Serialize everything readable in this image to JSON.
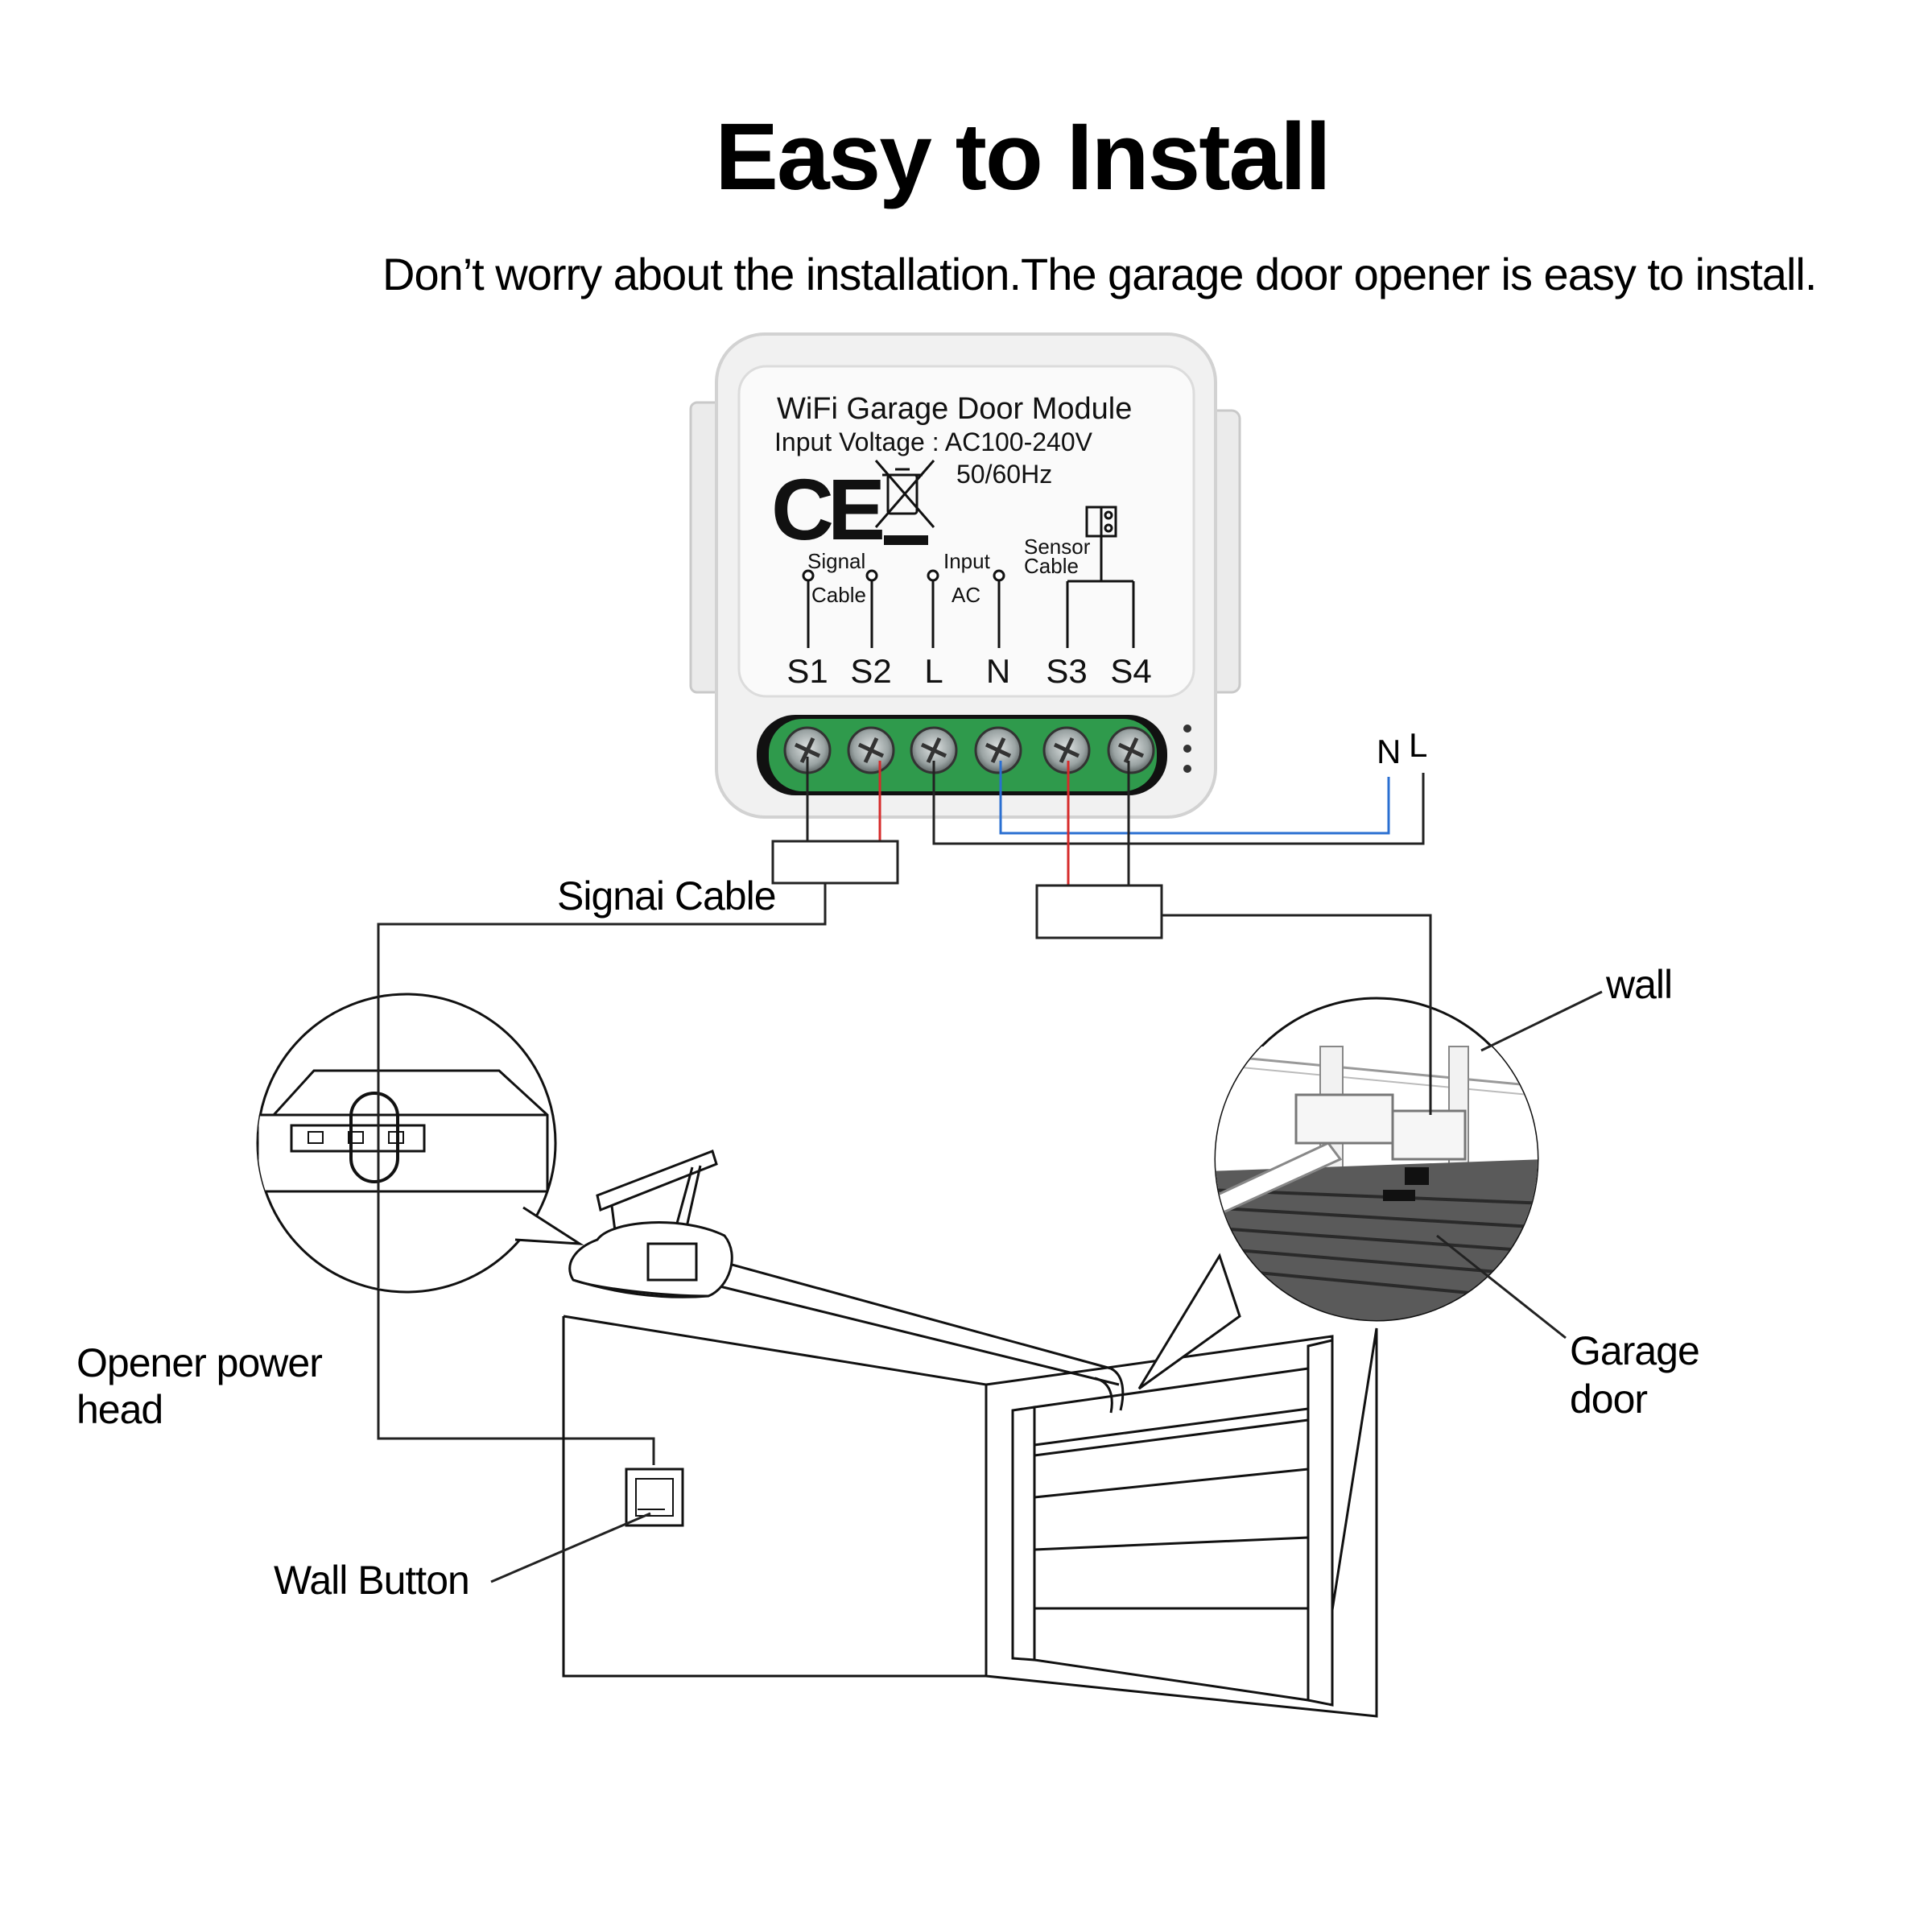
{
  "title": "Easy to Install",
  "subtitle": "Don’t worry about the installation.The garage door opener is easy to install.",
  "module": {
    "name": "WiFi Garage Door Module",
    "voltage": "Input Voltage : AC100-240V",
    "frequency": "50/60Hz",
    "ce_mark": "CE",
    "signal_label_1": "Signal",
    "signal_label_2": "Cable",
    "input_label_1": "Input",
    "input_label_2": "AC",
    "sensor_label_1": "Sensor",
    "sensor_label_2": "Cable",
    "terminals": [
      "S1",
      "S2",
      "L",
      "N",
      "S3",
      "S4"
    ]
  },
  "mains": {
    "n": "N",
    "l": "L"
  },
  "labels": {
    "signal_cable": "Signai Cable",
    "wall": "wall",
    "opener_1": "Opener power",
    "opener_2": "head",
    "wall_button": "Wall Button",
    "garage_1": "Garage",
    "garage_2": "door"
  },
  "colors": {
    "terminal_green": "#2f9a4c",
    "wire_red": "#d62b2b",
    "wire_blue": "#2a6fd1",
    "module_body": "#f1f1f1"
  }
}
